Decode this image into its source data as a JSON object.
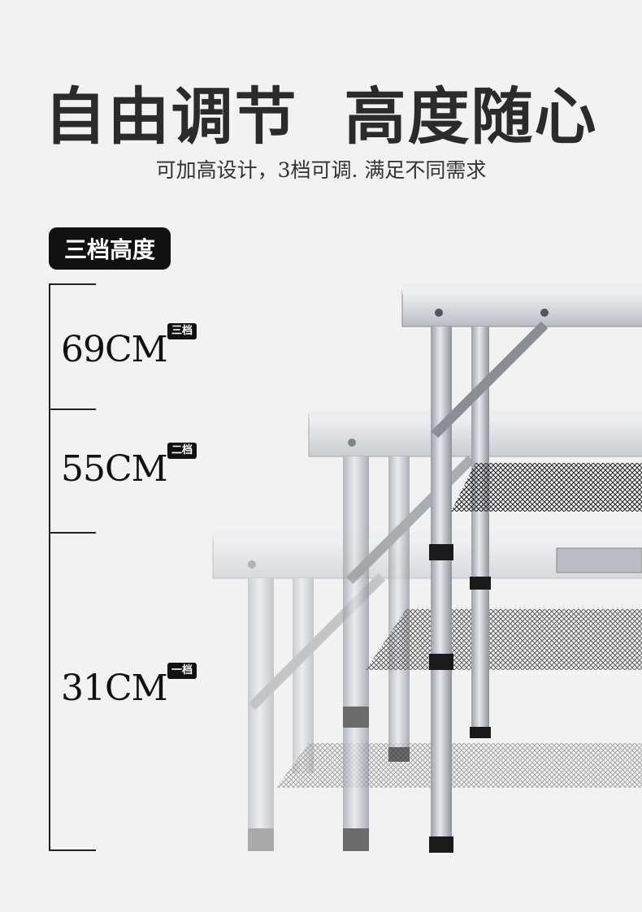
{
  "header": {
    "title": "自由调节  高度随心",
    "subtitle": "可加高设计，3档可调. 满足不同需求"
  },
  "badge": {
    "label": "三档高度"
  },
  "levels": [
    {
      "height": "69CM",
      "tag": "三档"
    },
    {
      "height": "55CM",
      "tag": "二档"
    },
    {
      "height": "31CM",
      "tag": "一档"
    }
  ],
  "colors": {
    "text": "#2b2b2b",
    "badge_bg": "#111111",
    "background": "#f2f2f2",
    "aluminum": "#c8ccd2"
  }
}
